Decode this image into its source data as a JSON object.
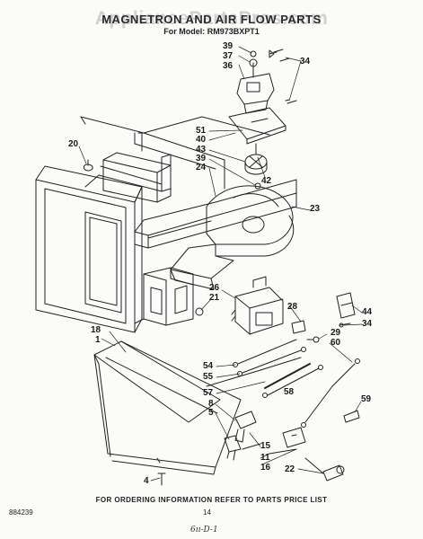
{
  "header": {
    "title": "MAGNETRON AND AIR FLOW PARTS",
    "model_line": "For Model: RM973BXPT1",
    "watermark": "AppliancePartsPros.com"
  },
  "callouts": [
    "39",
    "37",
    "36",
    "34",
    "51",
    "40",
    "43",
    "39",
    "24",
    "42",
    "20",
    "23",
    "26",
    "21",
    "28",
    "44",
    "34",
    "29",
    "60",
    "18",
    "1",
    "54",
    "55",
    "57",
    "58",
    "8",
    "5",
    "59",
    "15",
    "11",
    "16",
    "22",
    "4"
  ],
  "footer": {
    "ordering_note": "FOR ORDERING INFORMATION REFER TO PARTS PRICE LIST",
    "doc_number": "884239",
    "page_number": "14",
    "handwritten_mark": "6ıı-D-1"
  }
}
